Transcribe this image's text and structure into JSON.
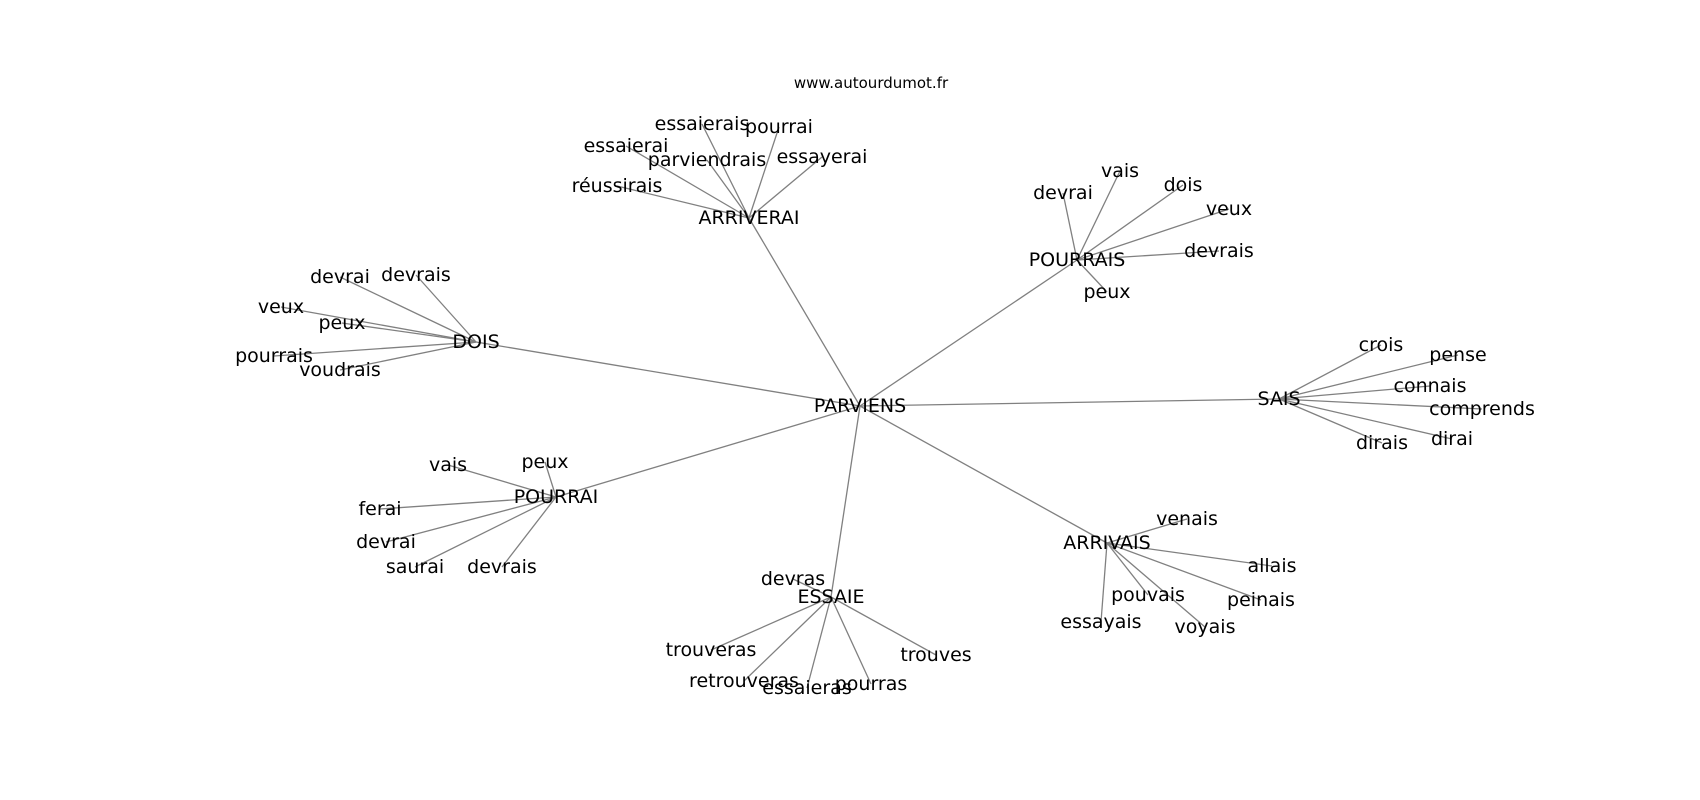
{
  "source": "www.autourdumot.fr",
  "center": "PARVIENS",
  "clusters": [
    {
      "label": "ARRIVERAI",
      "words": [
        "essaierais",
        "pourrai",
        "essaierai",
        "parviendrais",
        "essayerai",
        "réussirais"
      ]
    },
    {
      "label": "POURRAIS",
      "words": [
        "vais",
        "dois",
        "devrai",
        "veux",
        "devrais",
        "peux"
      ]
    },
    {
      "label": "DOIS",
      "words": [
        "devrai",
        "devrais",
        "veux",
        "peux",
        "pourrais",
        "voudrais"
      ]
    },
    {
      "label": "SAIS",
      "words": [
        "crois",
        "pense",
        "connais",
        "comprends",
        "dirais",
        "dirai"
      ]
    },
    {
      "label": "POURRAI",
      "words": [
        "vais",
        "peux",
        "ferai",
        "devrai",
        "saurai",
        "devrais"
      ]
    },
    {
      "label": "ARRIVAIS",
      "words": [
        "venais",
        "allais",
        "pouvais",
        "peinais",
        "essayais",
        "voyais"
      ]
    },
    {
      "label": "ESSAIE",
      "words": [
        "devras",
        "trouveras",
        "trouves",
        "retrouveras",
        "essaieras",
        "pourras"
      ]
    }
  ]
}
